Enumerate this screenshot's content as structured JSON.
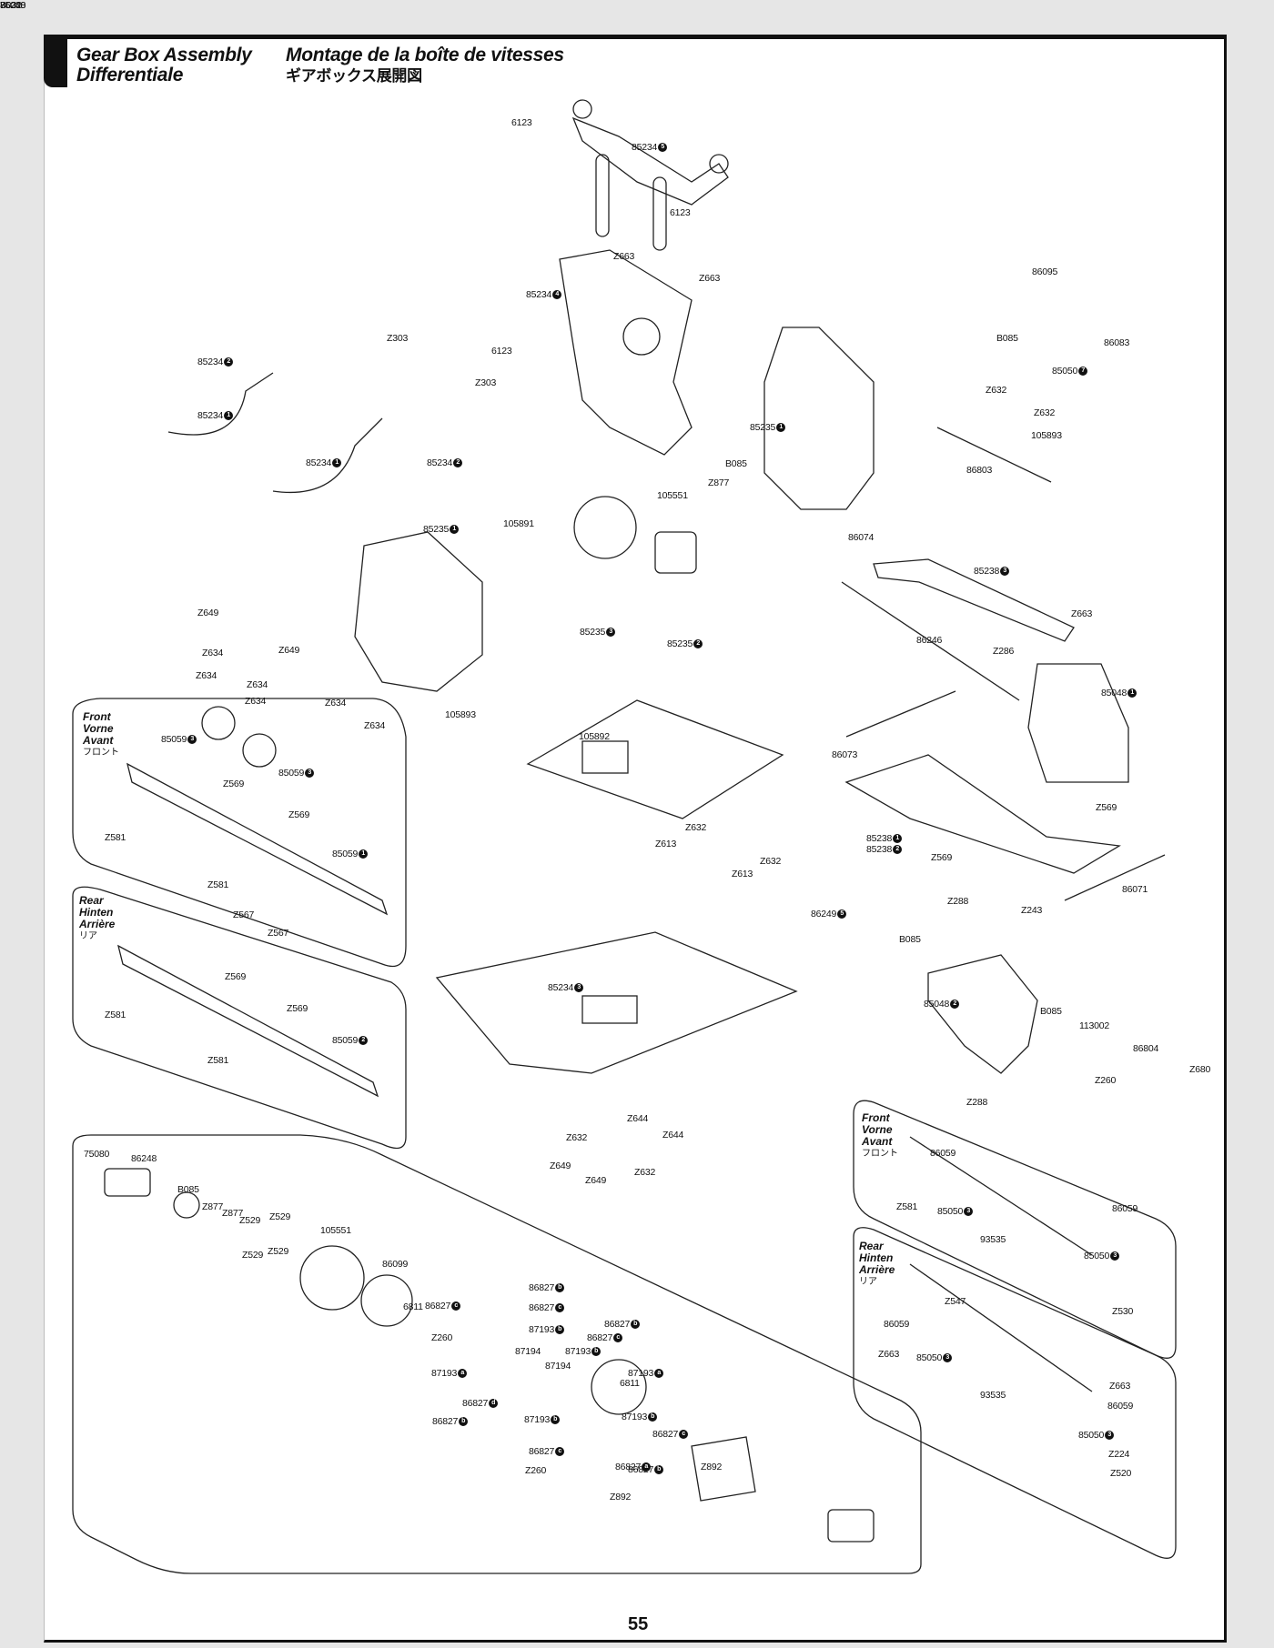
{
  "header": {
    "title_en": "Gear Box Assembly",
    "title_de": "Differentiale",
    "title_fr": "Montage de la boîte de vitesses",
    "title_jp": "ギアボックス展開図"
  },
  "sections": {
    "front_bumper": [
      "Front",
      "Vorne",
      "Avant",
      "フロント"
    ],
    "rear_bumper": [
      "Rear",
      "Hinten",
      "Arrière",
      "リア"
    ],
    "front_link": [
      "Front",
      "Vorne",
      "Avant",
      "フロント"
    ],
    "rear_link": [
      "Rear",
      "Hinten",
      "Arrière",
      "リア"
    ]
  },
  "labels": [
    {
      "text": "6123",
      "mark": ""
    },
    {
      "text": "85234",
      "mark": "5"
    },
    {
      "text": "6123",
      "mark": ""
    },
    {
      "text": "Z663",
      "mark": ""
    },
    {
      "text": "Z663",
      "mark": ""
    },
    {
      "text": "85234",
      "mark": "4"
    },
    {
      "text": "Z303",
      "mark": ""
    },
    {
      "text": "6123",
      "mark": ""
    },
    {
      "text": "Z303",
      "mark": ""
    },
    {
      "text": "85234",
      "mark": "2"
    },
    {
      "text": "85234",
      "mark": "1"
    },
    {
      "text": "85234",
      "mark": "1"
    },
    {
      "text": "85234",
      "mark": "2"
    },
    {
      "text": "86095",
      "mark": ""
    },
    {
      "text": "B085",
      "mark": ""
    },
    {
      "text": "86083",
      "mark": ""
    },
    {
      "text": "85050",
      "mark": "7"
    },
    {
      "text": "Z632",
      "mark": ""
    },
    {
      "text": "Z632",
      "mark": ""
    },
    {
      "text": "85235",
      "mark": "1"
    },
    {
      "text": "105893",
      "mark": ""
    },
    {
      "text": "86803",
      "mark": ""
    },
    {
      "text": "B085",
      "mark": ""
    },
    {
      "text": "Z877",
      "mark": ""
    },
    {
      "text": "105551",
      "mark": ""
    },
    {
      "text": "105891",
      "mark": ""
    },
    {
      "text": "85235",
      "mark": "1"
    },
    {
      "text": "85235",
      "mark": "3"
    },
    {
      "text": "85235",
      "mark": "2"
    },
    {
      "text": "86074",
      "mark": ""
    },
    {
      "text": "85238",
      "mark": "3"
    },
    {
      "text": "Z663",
      "mark": ""
    },
    {
      "text": "86246",
      "mark": ""
    },
    {
      "text": "Z286",
      "mark": ""
    },
    {
      "text": "85048",
      "mark": "1"
    },
    {
      "text": "Z649",
      "mark": ""
    },
    {
      "text": "Z634",
      "mark": ""
    },
    {
      "text": "Z649",
      "mark": ""
    },
    {
      "text": "Z634",
      "mark": ""
    },
    {
      "text": "Z634",
      "mark": ""
    },
    {
      "text": "Z634",
      "mark": ""
    },
    {
      "text": "Z634",
      "mark": ""
    },
    {
      "text": "Z634",
      "mark": ""
    },
    {
      "text": "105893",
      "mark": ""
    },
    {
      "text": "85059",
      "mark": "3"
    },
    {
      "text": "85059",
      "mark": "3"
    },
    {
      "text": "Z569",
      "mark": ""
    },
    {
      "text": "Z569",
      "mark": ""
    },
    {
      "text": "Z581",
      "mark": ""
    },
    {
      "text": "85059",
      "mark": "1"
    },
    {
      "text": "Z581",
      "mark": ""
    },
    {
      "text": "Z567",
      "mark": ""
    },
    {
      "text": "Z567",
      "mark": ""
    },
    {
      "text": "105892",
      "mark": ""
    },
    {
      "text": "Z632",
      "mark": ""
    },
    {
      "text": "Z613",
      "mark": ""
    },
    {
      "text": "Z632",
      "mark": ""
    },
    {
      "text": "Z613",
      "mark": ""
    },
    {
      "text": "86073",
      "mark": ""
    },
    {
      "text": "Z569",
      "mark": ""
    },
    {
      "text": "85238",
      "mark": "1"
    },
    {
      "text": "85238",
      "mark": "2"
    },
    {
      "text": "Z569",
      "mark": ""
    },
    {
      "text": "86071",
      "mark": ""
    },
    {
      "text": "Z288",
      "mark": ""
    },
    {
      "text": "Z243",
      "mark": ""
    },
    {
      "text": "86249",
      "mark": "5"
    },
    {
      "text": "B085",
      "mark": ""
    },
    {
      "text": "Z569",
      "mark": ""
    },
    {
      "text": "Z569",
      "mark": ""
    },
    {
      "text": "Z581",
      "mark": ""
    },
    {
      "text": "85059",
      "mark": "2"
    },
    {
      "text": "Z581",
      "mark": ""
    },
    {
      "text": "85234",
      "mark": "3"
    },
    {
      "text": "85048",
      "mark": "2"
    },
    {
      "text": "B085",
      "mark": ""
    },
    {
      "text": "113002",
      "mark": ""
    },
    {
      "text": "86804",
      "mark": ""
    },
    {
      "text": "Z680",
      "mark": ""
    },
    {
      "text": "Z260",
      "mark": ""
    },
    {
      "text": "Z288",
      "mark": ""
    },
    {
      "text": "Z644",
      "mark": ""
    },
    {
      "text": "Z632",
      "mark": ""
    },
    {
      "text": "Z644",
      "mark": ""
    },
    {
      "text": "Z649",
      "mark": ""
    },
    {
      "text": "Z632",
      "mark": ""
    },
    {
      "text": "Z649",
      "mark": ""
    },
    {
      "text": "86059",
      "mark": ""
    },
    {
      "text": "Z581",
      "mark": ""
    },
    {
      "text": "85050",
      "mark": "3"
    },
    {
      "text": "93535",
      "mark": ""
    },
    {
      "text": "86059",
      "mark": ""
    },
    {
      "text": "85050",
      "mark": "3"
    },
    {
      "text": "Z530",
      "mark": ""
    },
    {
      "text": "Z547",
      "mark": ""
    },
    {
      "text": "86059",
      "mark": ""
    },
    {
      "text": "Z663",
      "mark": ""
    },
    {
      "text": "85050",
      "mark": "3"
    },
    {
      "text": "93535",
      "mark": ""
    },
    {
      "text": "Z663",
      "mark": ""
    },
    {
      "text": "86059",
      "mark": ""
    },
    {
      "text": "85050",
      "mark": "3"
    },
    {
      "text": "Z224",
      "mark": ""
    },
    {
      "text": "Z520",
      "mark": ""
    },
    {
      "text": "75080",
      "mark": ""
    },
    {
      "text": "86248",
      "mark": ""
    },
    {
      "text": "B085",
      "mark": ""
    },
    {
      "text": "Z877",
      "mark": ""
    },
    {
      "text": "Z877",
      "mark": ""
    },
    {
      "text": "Z529",
      "mark": ""
    },
    {
      "text": "Z529",
      "mark": ""
    },
    {
      "text": "Z529",
      "mark": ""
    },
    {
      "text": "Z529",
      "mark": ""
    },
    {
      "text": "105551",
      "mark": ""
    },
    {
      "text": "86099",
      "mark": ""
    },
    {
      "text": "6811",
      "mark": ""
    },
    {
      "text": "86827",
      "mark": "c"
    },
    {
      "text": "Z260",
      "mark": ""
    },
    {
      "text": "87193",
      "mark": "a"
    },
    {
      "text": "86827",
      "mark": "b"
    },
    {
      "text": "86827",
      "mark": "c"
    },
    {
      "text": "87193",
      "mark": "b"
    },
    {
      "text": "87194",
      "mark": ""
    },
    {
      "text": "86827",
      "mark": "b"
    },
    {
      "text": "86827",
      "mark": "c"
    },
    {
      "text": "87193",
      "mark": "b"
    },
    {
      "text": "87194",
      "mark": ""
    },
    {
      "text": "87193",
      "mark": "a"
    },
    {
      "text": "86827",
      "mark": "d"
    },
    {
      "text": "86827",
      "mark": "b"
    },
    {
      "text": "87193",
      "mark": "b"
    },
    {
      "text": "86827",
      "mark": "c"
    },
    {
      "text": "Z260",
      "mark": ""
    },
    {
      "text": "6811",
      "mark": ""
    },
    {
      "text": "87193",
      "mark": "b"
    },
    {
      "text": "86827",
      "mark": "c"
    },
    {
      "text": "86827",
      "mark": "b"
    },
    {
      "text": "86827",
      "mark": "a"
    },
    {
      "text": "Z892",
      "mark": ""
    },
    {
      "text": "Z892",
      "mark": ""
    },
    {
      "text": "B032",
      "mark": ""
    },
    {
      "text": "86248",
      "mark": ""
    },
    {
      "text": "75080",
      "mark": ""
    }
  ],
  "footer": {
    "page_number": "55"
  }
}
